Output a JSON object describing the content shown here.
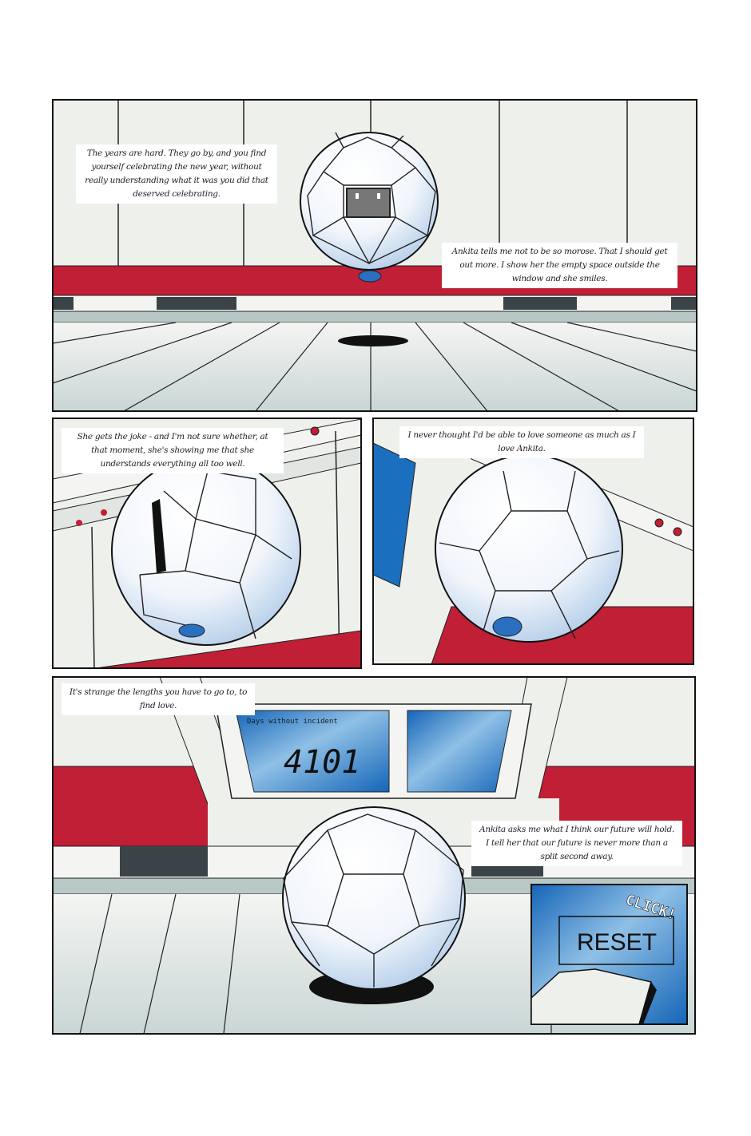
{
  "panel1": {
    "caption_left": "The years are hard. They go by, and you find yourself celebrating the new year, without really understanding what it was you did that deserved celebrating.",
    "caption_right": "Ankita tells me not to be so morose. That I should get out more. I show her the empty space outside the window and she smiles."
  },
  "panel2": {
    "caption": "She gets the joke - and I'm not sure whether, at that moment, she's showing me that she understands everything all too well."
  },
  "panel3": {
    "caption": "I never thought I'd be able to love someone as much as I love Ankita."
  },
  "panel4": {
    "caption_top": "It's strange the lengths you have to go to, to find love.",
    "display_label": "Days without incident",
    "display_value": "4101",
    "caption_right": "Ankita asks me what I think our future will hold. I tell her that our future is never more than a split second away.",
    "inset_button_label": "RESET",
    "inset_sfx": "CLICK!"
  },
  "colors": {
    "red": "#c01f36",
    "blue": "#1a6fbf",
    "wall": "#eef0ec",
    "floor": "#e8ebe8"
  }
}
